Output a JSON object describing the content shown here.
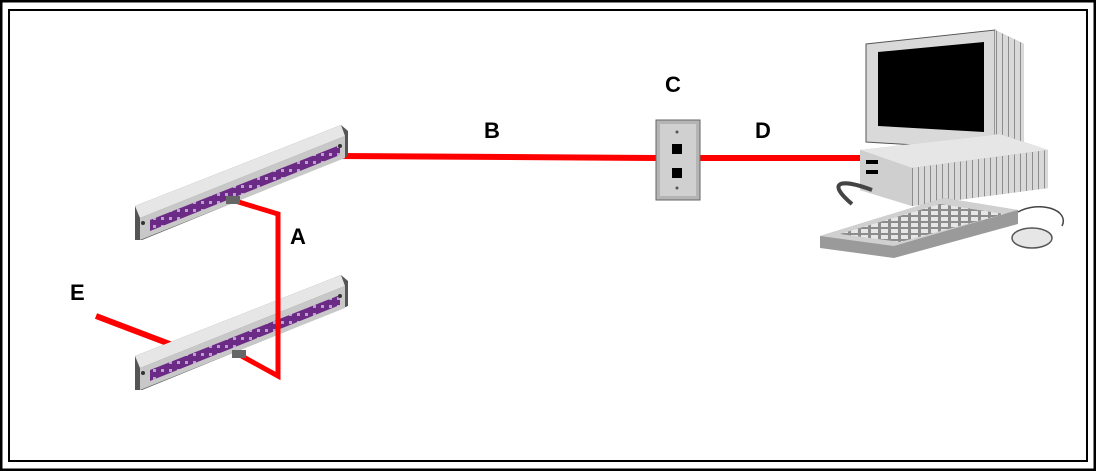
{
  "labels": {
    "a": "A",
    "b": "B",
    "c": "C",
    "d": "D",
    "e": "E"
  },
  "colors": {
    "cable": "#ff0000",
    "frame": "#000000",
    "panel_face": "#c8c8c8",
    "port_strip": "#6b2a86",
    "computer_body": "#d9d9d9",
    "screen": "#000000"
  },
  "icons": {
    "patch_panel_upper": "patch-panel-icon",
    "patch_panel_lower": "patch-panel-icon",
    "wall_outlet": "wall-jack-icon",
    "workstation": "desktop-computer-icon"
  }
}
